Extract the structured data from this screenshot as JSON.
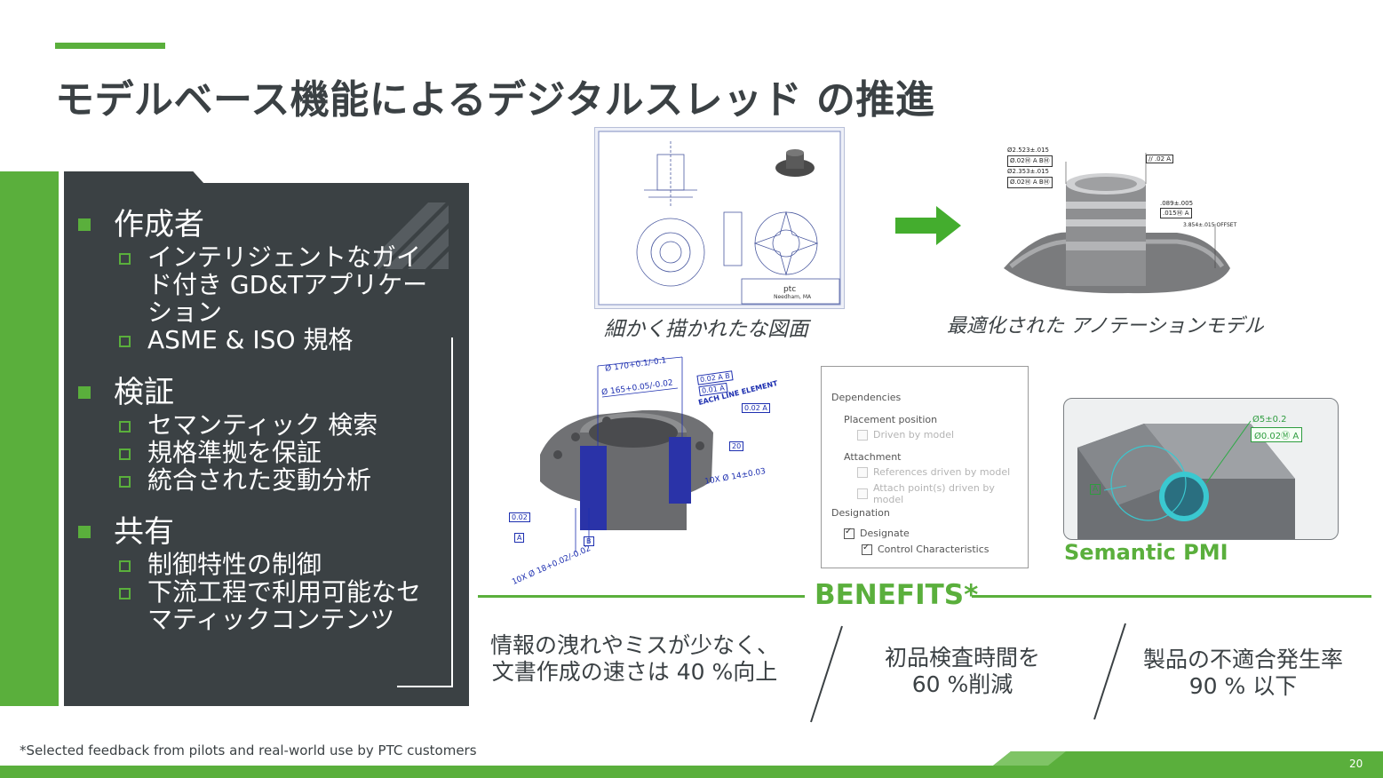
{
  "title": "モデルベース機能によるデジタルスレッド の推進",
  "sections": [
    {
      "heading": "作成者",
      "items": [
        "インテリジェントなガイド付き GD&Tアプリケーション",
        "ASME & ISO 規格"
      ]
    },
    {
      "heading": "検証",
      "items": [
        "セマンティック 検索",
        "規格準拠を保証",
        "統合された変動分析"
      ]
    },
    {
      "heading": "共有",
      "items": [
        "制御特性の制御",
        "下流工程で利用可能なセマティックコンテンツ"
      ]
    }
  ],
  "captions": {
    "drawing": "細かく描かれたな図面",
    "annotated": "最適化された アノテーションモデル",
    "semantic": "Semantic PMI"
  },
  "drawing_labels": {
    "company": "ptc",
    "location": "Needham, MA"
  },
  "model_annotations": [
    "Ø2.523±.015",
    "Ø.02Ⓜ A BⓂ",
    "Ø2.353±.015",
    "Ø.02Ⓜ A BⓂ",
    "// .02 A",
    ".089±.005",
    ".015Ⓜ A",
    "3.854±.015 OFFSET"
  ],
  "flange_annotations": [
    "Ø 170+0.1/-0.1",
    "Ø 165+0.05/-0.02",
    "0.02 A B",
    "0.01 A",
    "EACH LINE ELEMENT",
    "0.02 A",
    "20",
    "10X Ø 14±0.03",
    "0.02",
    "A",
    "B",
    "10X Ø 18+0.02/-0.02"
  ],
  "pmi_panel": {
    "dependencies": "Dependencies",
    "placement_position": "Placement position",
    "driven_by_model": "Driven by model",
    "attachment": "Attachment",
    "references_driven": "References driven by model",
    "attach_points_driven": "Attach point(s) driven by model",
    "designation": "Designation",
    "designate": "Designate",
    "control_characteristics": "Control Characteristics"
  },
  "semantic_annotations": {
    "dim": "Ø5±0.2",
    "tol": "Ø0.02Ⓜ A",
    "datum": "A"
  },
  "benefits_title": "BENEFITS*",
  "benefits": [
    {
      "line1": "情報の洩れやミスが少なく、",
      "line2": "文書作成の速さは 40 %向上"
    },
    {
      "line1": "初品検査時間を",
      "line2": "60 %削減"
    },
    {
      "line1": "製品の不適合発生率",
      "line2": "90 % 以下"
    }
  ],
  "footnote": "*Selected feedback from pilots and real-world use by PTC customers",
  "page_number": "20",
  "colors": {
    "accent": "#5aaf3c",
    "dark": "#3b4144",
    "annotation_blue": "#1d2fb0"
  }
}
